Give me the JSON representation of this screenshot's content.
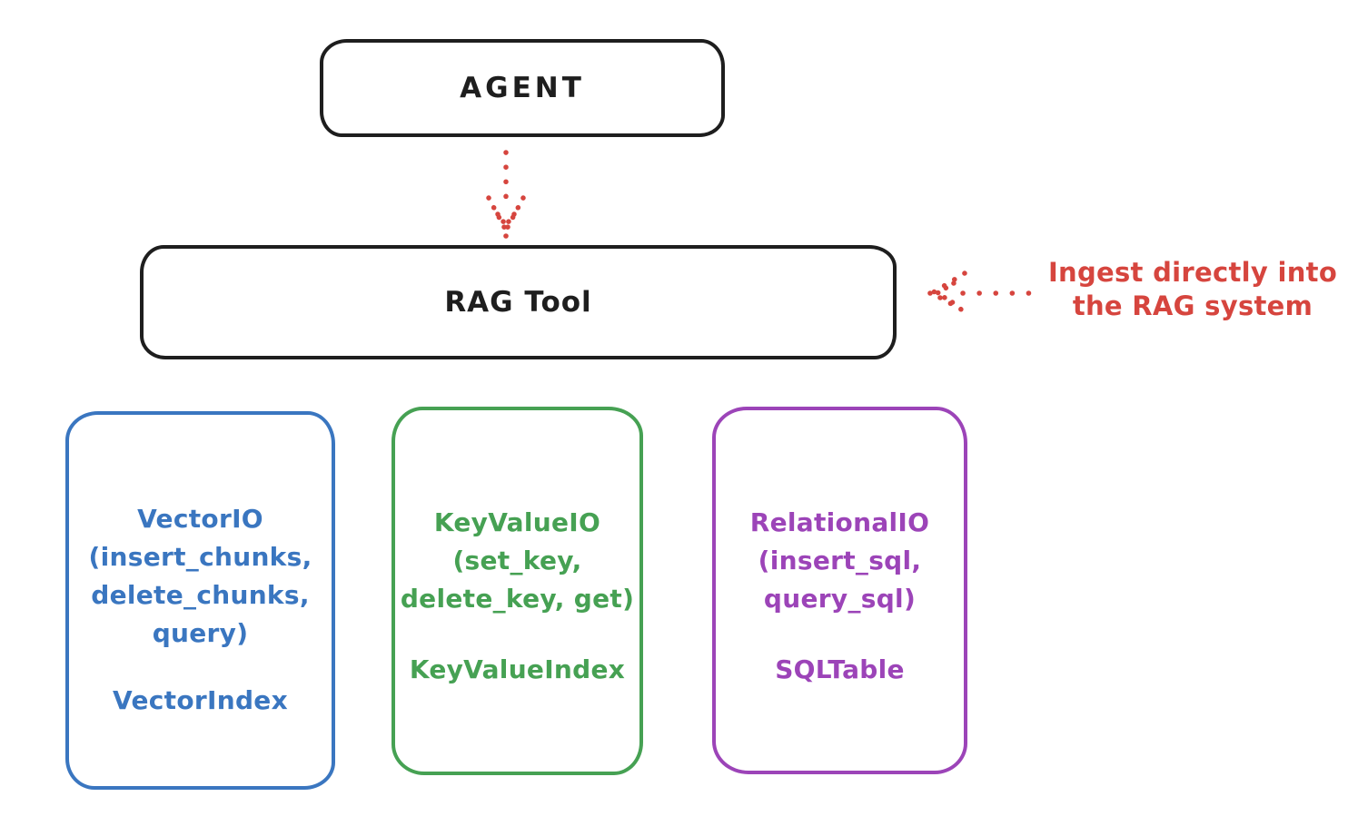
{
  "colors": {
    "ink": "#1e1e1e",
    "red": "#d6453e",
    "blue": "#3a76c0",
    "green": "#46a153",
    "purple": "#9c44b8",
    "bg": "#ffffff"
  },
  "agent": {
    "label": "AGENT"
  },
  "rag_tool": {
    "label": "RAG Tool"
  },
  "annotation": {
    "line1": "Ingest directly into",
    "line2": "the RAG system"
  },
  "icons": {
    "agent_to_rag_arrow": "dotted-arrow-down",
    "ingest_arrow": "dotted-arrow-left"
  },
  "vector": {
    "line1": "VectorIO",
    "line2": "(insert_chunks,",
    "line3": "delete_chunks,",
    "line4": "query)",
    "index": "VectorIndex"
  },
  "keyvalue": {
    "line1": "KeyValueIO",
    "line2": "(set_key,",
    "line3": "delete_key, get)",
    "index": "KeyValueIndex"
  },
  "relational": {
    "line1": "RelationalIO",
    "line2": "(insert_sql,",
    "line3": "query_sql)",
    "index": "SQLTable"
  }
}
